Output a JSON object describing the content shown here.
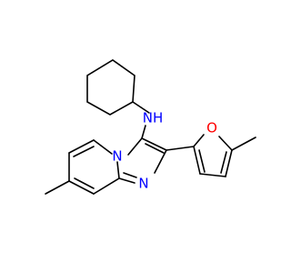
{
  "molecule": {
    "colors": {
      "bond": "#000000",
      "nitrogen": "#0000ff",
      "oxygen": "#ff0000"
    },
    "labels": {
      "amine_nh": "NH",
      "bridge_n": "N",
      "imine_n": "N",
      "furan_o": "O"
    }
  }
}
